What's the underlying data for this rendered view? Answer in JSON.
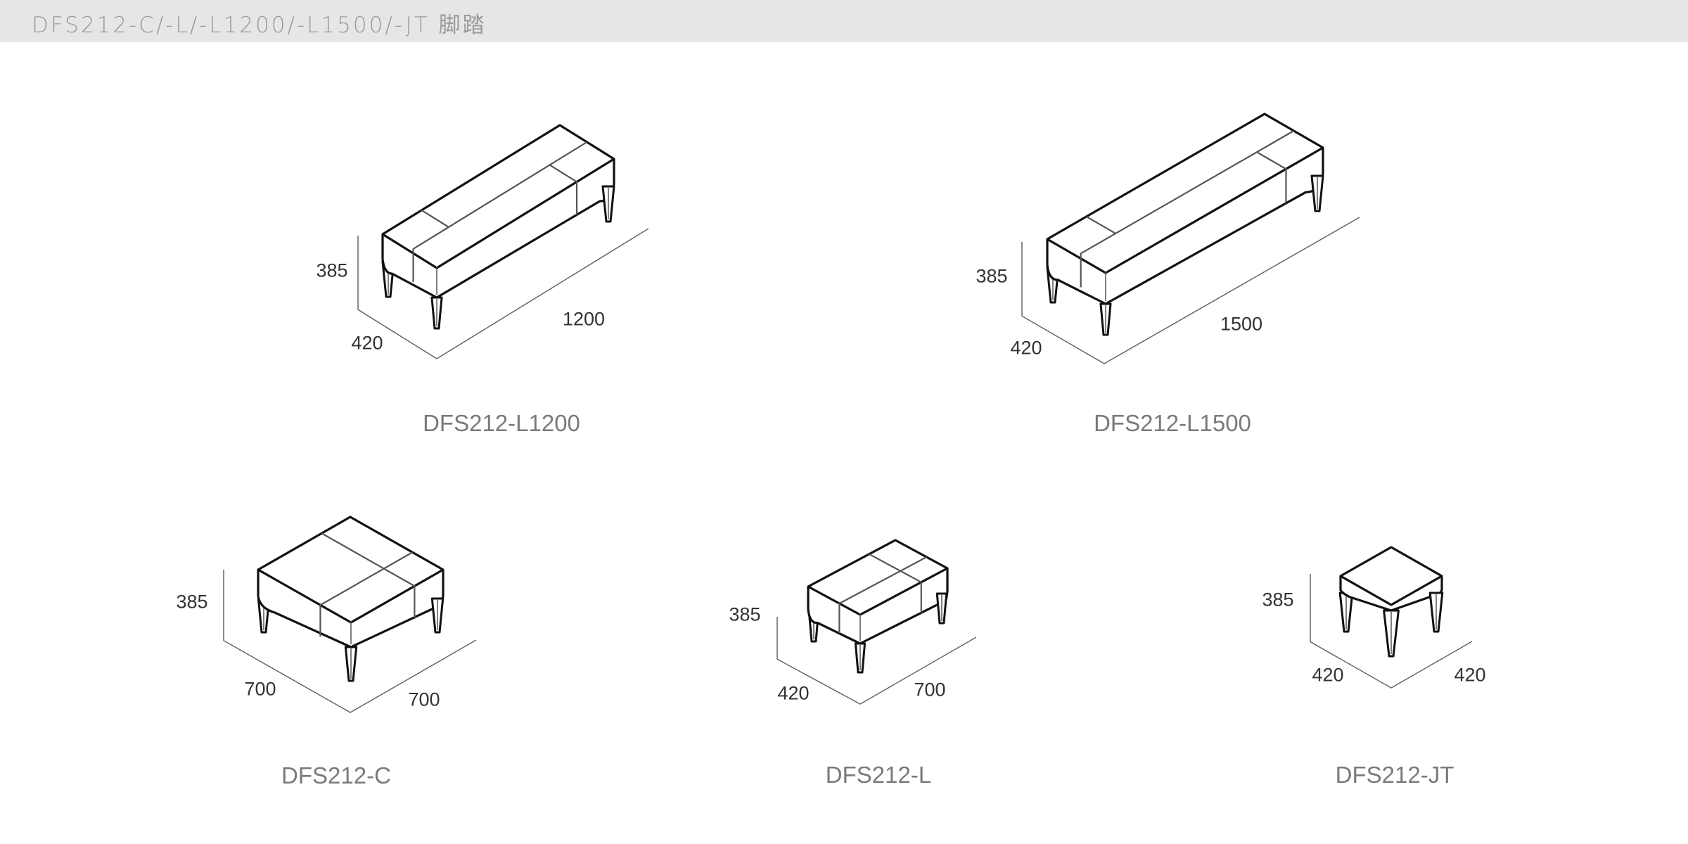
{
  "header": {
    "title": "DFS212-C/-L/-L1200/-L1500/-JT 脚踏"
  },
  "products": [
    {
      "id": "l1200",
      "model": "DFS212-L1200",
      "height": "385",
      "depth": "420",
      "length": "1200"
    },
    {
      "id": "l1500",
      "model": "DFS212-L1500",
      "height": "385",
      "depth": "420",
      "length": "1500"
    },
    {
      "id": "c",
      "model": "DFS212-C",
      "height": "385",
      "depth": "700",
      "length": "700"
    },
    {
      "id": "l",
      "model": "DFS212-L",
      "height": "385",
      "depth": "420",
      "length": "700"
    },
    {
      "id": "jt",
      "model": "DFS212-JT",
      "height": "385",
      "depth": "420",
      "length": "420"
    }
  ],
  "colors": {
    "outline": "#111111",
    "seam": "#555555",
    "dimension": "#666666",
    "header_bg": "#e6e6e6"
  }
}
